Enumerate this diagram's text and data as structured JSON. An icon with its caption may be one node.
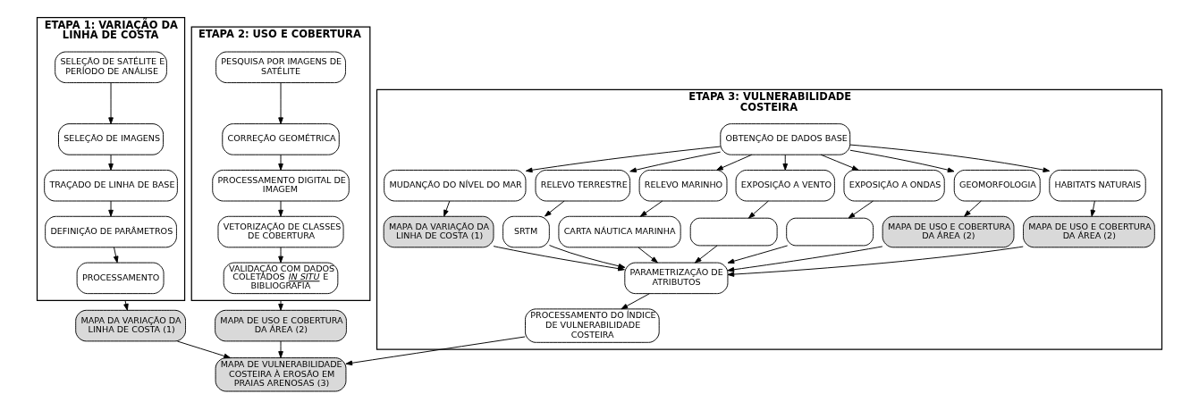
{
  "diagram": {
    "nodes": [
      {
        "text": [
          "ETAPA 1: VARIAÇÃO DA LINHA DE COSTA"
        ]
      },
      {
        "text": [
          "SELEÇÃO DE SATÉLITE E PERÍODO DE ANÁLISE"
        ],
        "in": 0
      },
      {
        "text": [
          "SELEÇÃO DE IMAGENS"
        ],
        "in": 0
      },
      {
        "text": [
          "TRAÇADO DE LINHA DE BASE"
        ],
        "in": 0
      },
      {
        "text": [
          "DEFINIÇÃO DE PARÂMETROS"
        ],
        "in": 0
      },
      {
        "text": [
          "PROCESSAMENTO"
        ],
        "in": 0
      },
      {
        "text": [
          "ETAPA 2: USO E COBERTURA"
        ]
      },
      {
        "text": [
          "PESQUISA POR IMAGENS DE SATÉLITE"
        ],
        "in": 6
      },
      {
        "text": [
          "CORREÇÃO GEOMÉTRICA"
        ],
        "in": 6
      },
      {
        "text": [
          "PROCESSAMENTO DIGITAL DE IMAGEM"
        ],
        "in": 6
      },
      {
        "text": [
          "VETORIZAÇÃO DE CLASSES DE COBERTURA"
        ],
        "in": 6
      },
      {
        "text": [
          "VALIDAÇÃO COM DADOS COLETADOS *IN SITU* E BIBLIOGRAFIA"
        ],
        "in": 6
      },
      {
        "text": [
          "MAPA DA VARIAÇÃO DA LINHA DE COSTA (1)"
        ]
      },
      {
        "text": [
          "MAPA DE USO E COBERTURA DA ÁREA (2)"
        ]
      },
      {
        "text": [
          "ETAPA 3: VULNERABILIDADE COSTEIRA"
        ]
      },
      {
        "text": [
          "OBTENÇÃO DE DADOS BASE"
        ],
        "in": 14
      },
      {
        "text": [
          "MUDANÇÃO DO NÍVEL DO MAR"
        ],
        "in": 14
      },
      {
        "text": [
          "RELEVO TERRESTRE"
        ],
        "in": 14
      },
      {
        "text": [
          "RELEVO MARINHO"
        ],
        "in": 14
      },
      {
        "text": [
          "EXPOSIÇÃO A VENTO"
        ],
        "in": 14
      },
      {
        "text": [
          "EXPOSIÇÃO A ONDAS"
        ],
        "in": 14
      },
      {
        "text": [
          "GEOMORFOLOGIA"
        ],
        "in": 14
      },
      {
        "text": [
          "HABITATS NATURAIS"
        ],
        "in": 14
      },
      {
        "text": [
          "MAPA DA VARIAÇÃO DA LINHA DE COSTA (1)"
        ],
        "in": 14
      },
      {
        "text": [
          "SRTM"
        ],
        "in": 14
      },
      {
        "text": [
          "CARTA NÁUTICA MARINHA"
        ],
        "in": 14
      },
      {
        "text": [],
        "shape": "box",
        "in": 14
      },
      {
        "text": [],
        "shape": "box",
        "in": 14
      },
      {
        "text": [
          "MAPA DE USO E COBERTURA DA ÁREA (2)"
        ],
        "in": 14
      },
      {
        "text": [
          "MAPA DE USO E COBERTURA DA ÁREA (2)"
        ],
        "in": 14
      },
      {
        "text": [
          "PARAMETRIZAÇÃO DE ATRIBUTOS"
        ],
        "in": 14
      },
      {
        "text": [
          "PROCESSAMENTO DO ÍNDICE DE VULNERABILIDADE COSTEIRA"
        ],
        "in": 14
      },
      {
        "text": [
          "MAPA DE VULNERABILIDADE COSTEIRA À EROSÃO EM PRAIAS ARENOSAS (3)"
        ]
      }
    ],
    "edges": [
      {
        "from": 1,
        "to": 2,
        "arrow": "to"
      },
      {
        "from": 2,
        "to": 3,
        "arrow": "to"
      },
      {
        "from": 3,
        "to": 4,
        "arrow": "to"
      },
      {
        "from": 4,
        "to": 5,
        "arrow": "to"
      },
      {
        "from": 0,
        "to": 12,
        "arrow": "to"
      },
      {
        "from": 7,
        "to": 8,
        "arrow": "to"
      },
      {
        "from": 8,
        "to": 9,
        "arrow": "to"
      },
      {
        "from": 9,
        "to": 10,
        "arrow": "to"
      },
      {
        "from": 10,
        "to": 11,
        "arrow": "to"
      },
      {
        "from": 6,
        "to": 13,
        "arrow": "to"
      },
      {
        "from": 15,
        "to": 16,
        "arrow": "to"
      },
      {
        "from": 15,
        "to": 17,
        "arrow": "to"
      },
      {
        "from": 15,
        "to": 18,
        "arrow": "to"
      },
      {
        "from": 15,
        "to": 19,
        "arrow": "to"
      },
      {
        "from": 15,
        "to": 20,
        "arrow": "to"
      },
      {
        "from": 15,
        "to": 21,
        "arrow": "to"
      },
      {
        "from": 15,
        "to": 22,
        "arrow": "to"
      },
      {
        "from": 16,
        "to": 23,
        "arrow": "to"
      },
      {
        "from": 17,
        "to": 24,
        "arrow": "to"
      },
      {
        "from": 18,
        "to": 25,
        "arrow": "to"
      },
      {
        "from": 19,
        "to": 26,
        "arrow": "to"
      },
      {
        "from": 20,
        "to": 27,
        "arrow": "to"
      },
      {
        "from": 21,
        "to": 28,
        "arrow": "to"
      },
      {
        "from": 22,
        "to": 29,
        "arrow": "to"
      },
      {
        "from": 23,
        "to": 30,
        "arrow": "to"
      },
      {
        "from": 24,
        "to": 30,
        "arrow": "to"
      },
      {
        "from": 25,
        "to": 30,
        "arrow": "to"
      },
      {
        "from": 26,
        "to": 30,
        "arrow": "to"
      },
      {
        "from": 27,
        "to": 30,
        "arrow": "to"
      },
      {
        "from": 28,
        "to": 30,
        "arrow": "to"
      },
      {
        "from": 29,
        "to": 30,
        "arrow": "to"
      },
      {
        "from": 30,
        "to": 31,
        "arrow": "to"
      },
      {
        "from": 12,
        "to": 32,
        "arrow": "to"
      },
      {
        "from": 13,
        "to": 32,
        "arrow": "to"
      },
      {
        "from": 31,
        "to": 32,
        "arrow": "to"
      }
    ]
  }
}
